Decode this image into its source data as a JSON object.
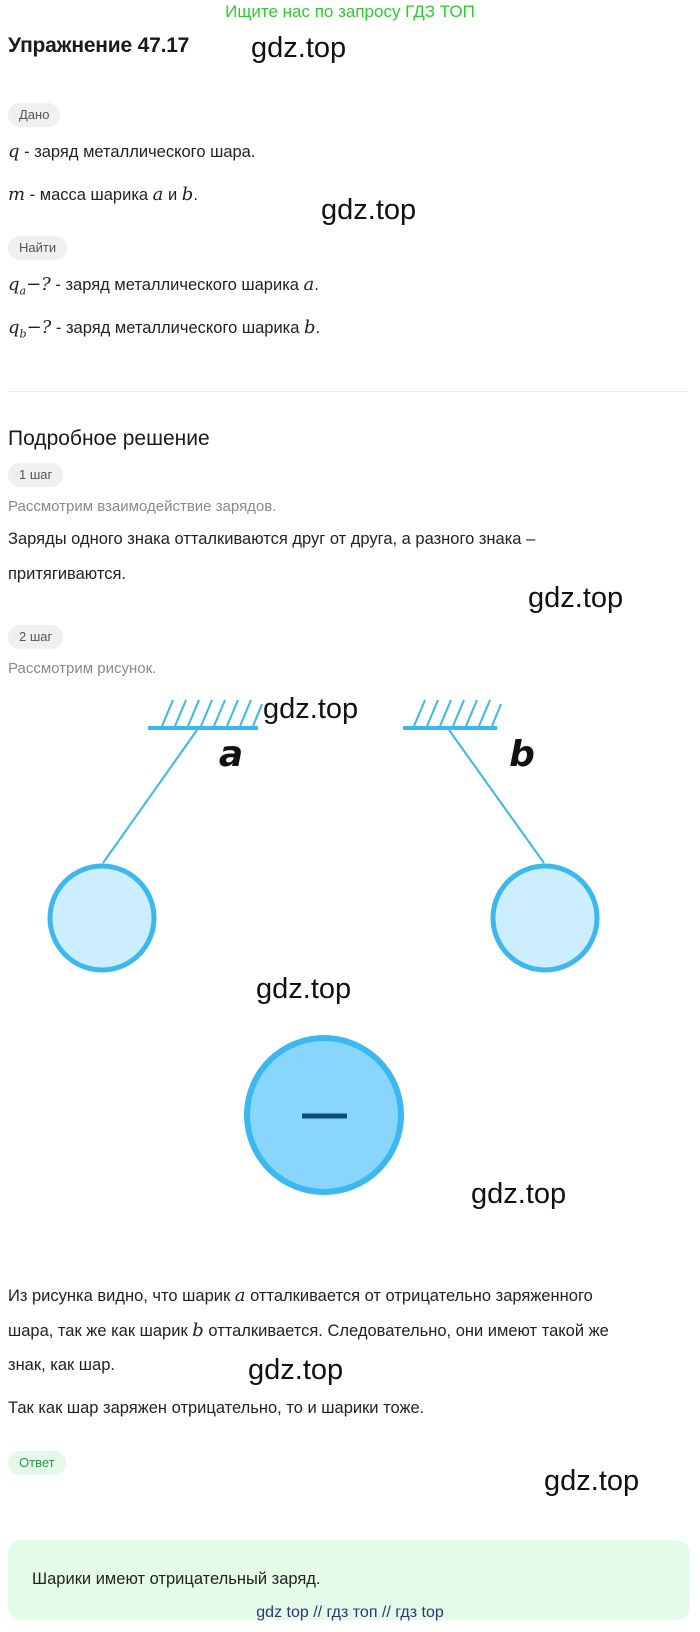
{
  "banner": "Ищите нас по запросу ГДЗ ТОП",
  "title": "Упражнение 47.17",
  "watermark": "gdz.top",
  "given": {
    "label": "Дано",
    "line1_var": "q",
    "line1_text": " - заряд металлического шара.",
    "line2_var": "m",
    "line2_text_a": " - масса шарика ",
    "line2_var_a": "a",
    "line2_text_b": " и ",
    "line2_var_b": "b",
    "line2_end": "."
  },
  "find": {
    "label": "Найти",
    "line1_var": "q",
    "line1_sub": "a",
    "line1_q": "−?",
    "line1_text": " - заряд металлического шарика ",
    "line1_ball": "a",
    "line2_var": "q",
    "line2_sub": "b",
    "line2_q": "−?",
    "line2_text": " - заряд металлического шарика ",
    "line2_ball": "b",
    "period": "."
  },
  "solution_heading": "Подробное решение",
  "step1": {
    "label": "1 шаг",
    "caption": "Рассмотрим взаимодействие зарядов.",
    "text_line1": "Заряды одного знака отталкиваются друг от друга, а разного знака –",
    "text_line2": "притягиваются."
  },
  "step2": {
    "label": "2 шаг",
    "caption": "Рассмотрим рисунок.",
    "diagram": {
      "label_a": "a",
      "label_b": "b",
      "center_sign": "—",
      "colors": {
        "line": "#3bb8f0",
        "ball_small_fill": "#cdeeff",
        "ball_big_fill": "#88d6fb",
        "sign": "#0b4f78"
      }
    },
    "para_a": "Из рисунка видно, что шарик ",
    "para_var_a": "a",
    "para_b": " отталкивается от отрицательно заряженного",
    "para_c": "шара, так же как шарик ",
    "para_var_b": "b",
    "para_d": " отталкивается. Следовательно, они имеют такой же",
    "para_e": "знак, как шар.",
    "para2": "Так как шар заряжен отрицательно, то и шарики тоже."
  },
  "answer": {
    "label": "Ответ",
    "text": "Шарики имеют отрицательный заряд."
  },
  "footer": "gdz top  //  гдз топ  //  гдз top"
}
